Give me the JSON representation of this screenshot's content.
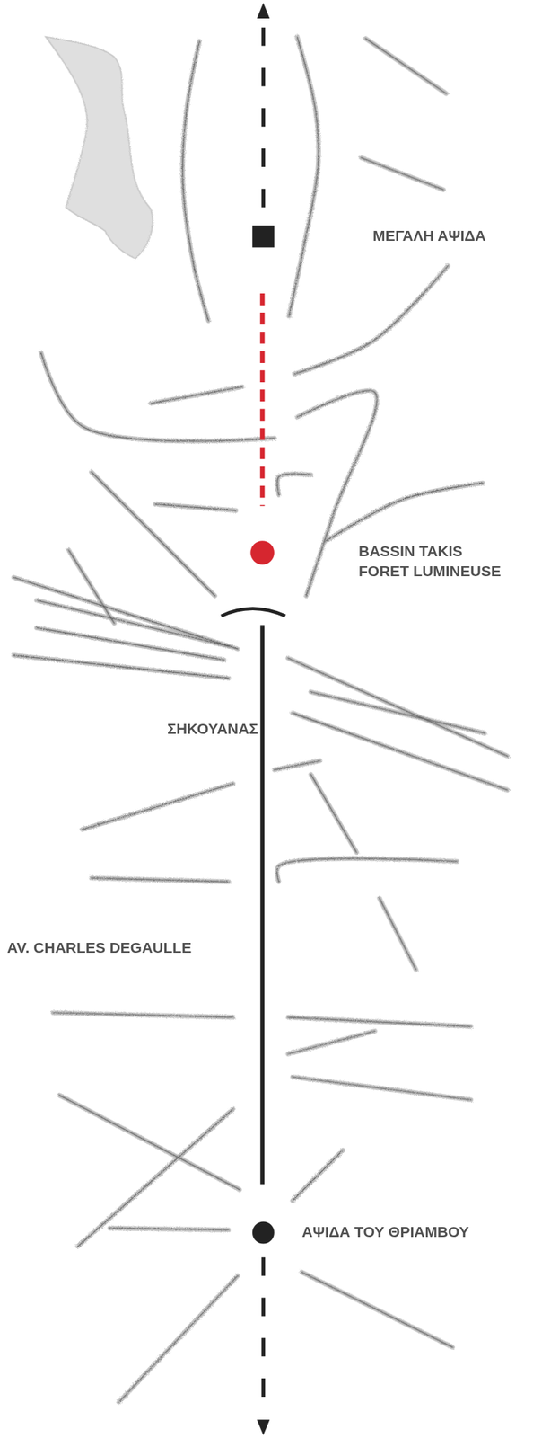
{
  "diagram": {
    "labels": [
      "ΜΕΓΑΛΗ ΑΨΙΔΑ",
      "BASSIN TAKIS FORET LUMINEUSE",
      "ΣΗΚΟΥΑΝΑΣ",
      "AV. CHARLES DEGAULLE",
      "ΑΨΙΔΑ ΤΟΥ ΘΡΙΑΜΒΟΥ"
    ]
  }
}
